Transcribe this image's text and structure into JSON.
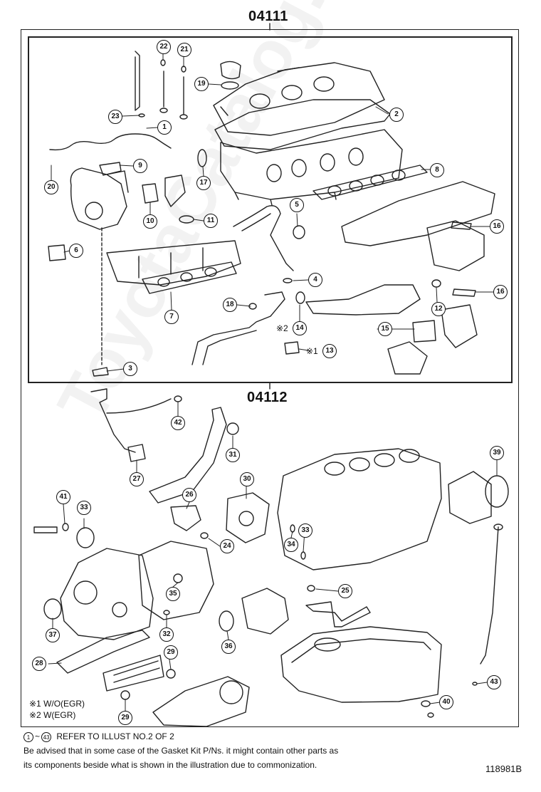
{
  "section_titles": {
    "upper": "04111",
    "lower": "04112"
  },
  "callouts": {
    "c1": "1",
    "c2": "2",
    "c3": "3",
    "c4": "4",
    "c5": "5",
    "c6": "6",
    "c7": "7",
    "c8": "8",
    "c9": "9",
    "c10": "10",
    "c11": "11",
    "c12": "12",
    "c13": "13",
    "c14": "14",
    "c15": "15",
    "c16a": "16",
    "c16b": "16",
    "c17": "17",
    "c18": "18",
    "c19": "19",
    "c20": "20",
    "c21": "21",
    "c22": "22",
    "c23": "23",
    "c24": "24",
    "c25": "25",
    "c26": "26",
    "c27": "27",
    "c28": "28",
    "c29a": "29",
    "c29b": "29",
    "c30": "30",
    "c31": "31",
    "c32": "32",
    "c33a": "33",
    "c33b": "33",
    "c34": "34",
    "c35": "35",
    "c36": "36",
    "c37": "37",
    "c39": "39",
    "c40": "40",
    "c41": "41",
    "c42": "42",
    "c43": "43"
  },
  "markers": {
    "m14": "※2",
    "m13": "※1"
  },
  "legend": {
    "w_o_egr": "※1 W/O(EGR)",
    "w_egr": "※2 W(EGR)"
  },
  "footnote": {
    "range_start": "1",
    "tilde": "~",
    "range_end": "43",
    "refer": "REFER TO ILLUST NO.2 OF 2",
    "advisory_line1": "Be advised that in some case of the Gasket Kit P/Ns.  it might contain other parts as",
    "advisory_line2": "its components beside what is shown in the illustration due to commonization."
  },
  "figure_id": "118981B",
  "watermark": "ToyotaCatalog.ru",
  "colors": {
    "line": "#222222",
    "background": "#ffffff"
  }
}
